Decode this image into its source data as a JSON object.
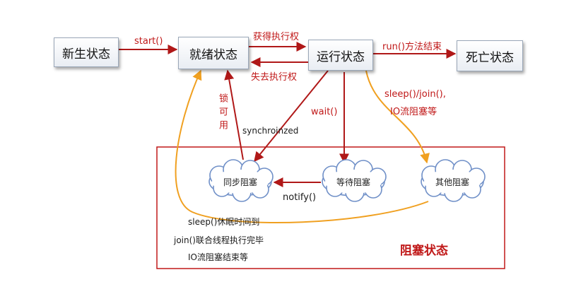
{
  "colors": {
    "arrow_red": "#b01818",
    "arrow_orange": "#f0a020",
    "label_red": "#c01818",
    "block_border": "#c01818",
    "cloud_stroke": "#7090c8"
  },
  "states": {
    "new": "新生状态",
    "ready": "就绪状态",
    "running": "运行状态",
    "dead": "死亡状态"
  },
  "transitions": {
    "start": "start()",
    "get_cpu": "获得执行权",
    "lose_cpu": "失去执行权",
    "run_end": "run()方法结束",
    "lock_available": "锁可用",
    "synchronized": "synchroinzed",
    "wait": "wait()",
    "sleep_join_io": [
      "sleep()/join(),",
      "IO流阻塞等"
    ],
    "notify": "notify()",
    "return_reasons": [
      "sleep()休眠时间到",
      "join()联合线程执行完毕",
      "IO流阻塞结束等"
    ]
  },
  "blocked": {
    "title": "阻塞状态",
    "sync_block": "同步阻塞",
    "wait_block": "等待阻塞",
    "other_block": "其他阻塞"
  }
}
